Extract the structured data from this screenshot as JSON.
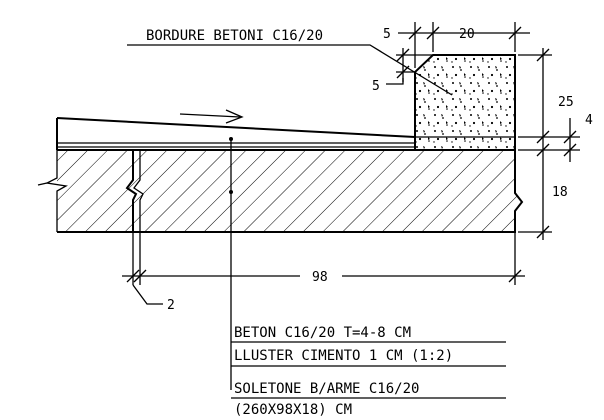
{
  "labels": {
    "curb": "BORDURE BETONI C16/20",
    "layer_concrete": "BETON C16/20 T=4-8 CM",
    "layer_plaster": "LLUSTER CIMENTO 1 CM (1:2)",
    "slab_line1": "SOLETONE B/ARME C16/20",
    "slab_line2": "(260X98X18) CM"
  },
  "dimensions": {
    "chamfer_h": "5",
    "curb_width": "20",
    "chamfer_v": "5",
    "curb_height": "25",
    "layer_thickness": "4",
    "slab_thickness": "18",
    "slab_length": "98",
    "joint": "2"
  }
}
